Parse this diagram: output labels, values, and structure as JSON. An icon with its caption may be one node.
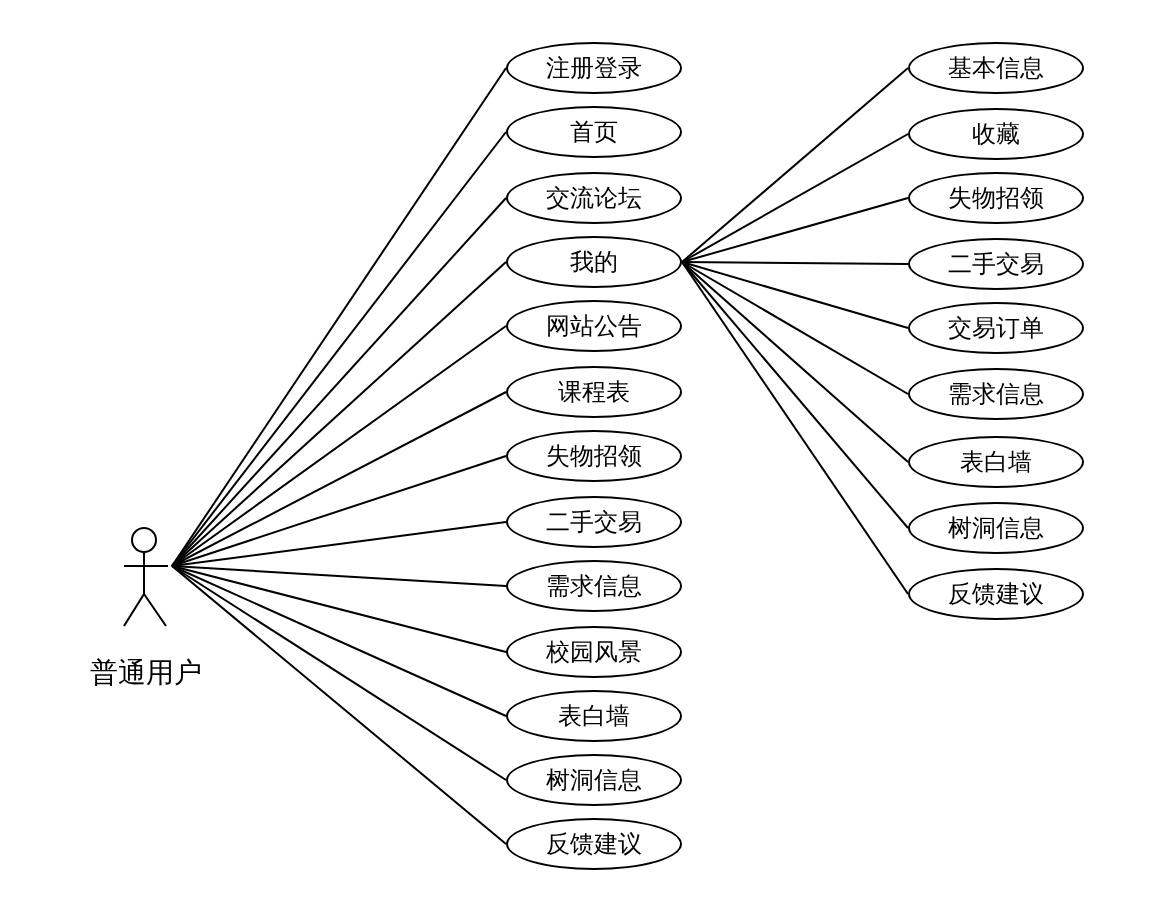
{
  "diagram": {
    "nodes": [
      {
        "text": [
          "普通用户"
        ]
      },
      {
        "text": [
          "注册登录"
        ]
      },
      {
        "text": [
          "首页"
        ]
      },
      {
        "text": [
          "交流论坛"
        ]
      },
      {
        "text": [
          "我的"
        ]
      },
      {
        "text": [
          "网站公告"
        ]
      },
      {
        "text": [
          "课程表"
        ]
      },
      {
        "text": [
          "失物招领"
        ]
      },
      {
        "text": [
          "二手交易"
        ]
      },
      {
        "text": [
          "需求信息"
        ]
      },
      {
        "text": [
          "校园风景"
        ]
      },
      {
        "text": [
          "表白墙"
        ]
      },
      {
        "text": [
          "树洞信息"
        ]
      },
      {
        "text": [
          "反馈建议"
        ]
      },
      {
        "text": [
          "基本信息"
        ]
      },
      {
        "text": [
          "收藏"
        ]
      },
      {
        "text": [
          "失物招领"
        ]
      },
      {
        "text": [
          "二手交易"
        ]
      },
      {
        "text": [
          "交易订单"
        ]
      },
      {
        "text": [
          "需求信息"
        ]
      },
      {
        "text": [
          "表白墙"
        ]
      },
      {
        "text": [
          "树洞信息"
        ]
      },
      {
        "text": [
          "反馈建议"
        ]
      }
    ],
    "edges": [
      {
        "from": 0,
        "to": 1,
        "arrow": "none"
      },
      {
        "from": 0,
        "to": 2,
        "arrow": "none"
      },
      {
        "from": 0,
        "to": 3,
        "arrow": "none"
      },
      {
        "from": 0,
        "to": 4,
        "arrow": "none"
      },
      {
        "from": 0,
        "to": 5,
        "arrow": "none"
      },
      {
        "from": 0,
        "to": 6,
        "arrow": "none"
      },
      {
        "from": 0,
        "to": 7,
        "arrow": "none"
      },
      {
        "from": 0,
        "to": 8,
        "arrow": "none"
      },
      {
        "from": 0,
        "to": 9,
        "arrow": "none"
      },
      {
        "from": 0,
        "to": 10,
        "arrow": "none"
      },
      {
        "from": 0,
        "to": 11,
        "arrow": "none"
      },
      {
        "from": 0,
        "to": 12,
        "arrow": "none"
      },
      {
        "from": 0,
        "to": 13,
        "arrow": "none"
      },
      {
        "from": 4,
        "to": 14,
        "arrow": "none"
      },
      {
        "from": 4,
        "to": 15,
        "arrow": "none"
      },
      {
        "from": 4,
        "to": 16,
        "arrow": "none"
      },
      {
        "from": 4,
        "to": 17,
        "arrow": "none"
      },
      {
        "from": 4,
        "to": 18,
        "arrow": "none"
      },
      {
        "from": 4,
        "to": 19,
        "arrow": "none"
      },
      {
        "from": 4,
        "to": 20,
        "arrow": "none"
      },
      {
        "from": 4,
        "to": 21,
        "arrow": "none"
      },
      {
        "from": 4,
        "to": 22,
        "arrow": "none"
      }
    ]
  }
}
